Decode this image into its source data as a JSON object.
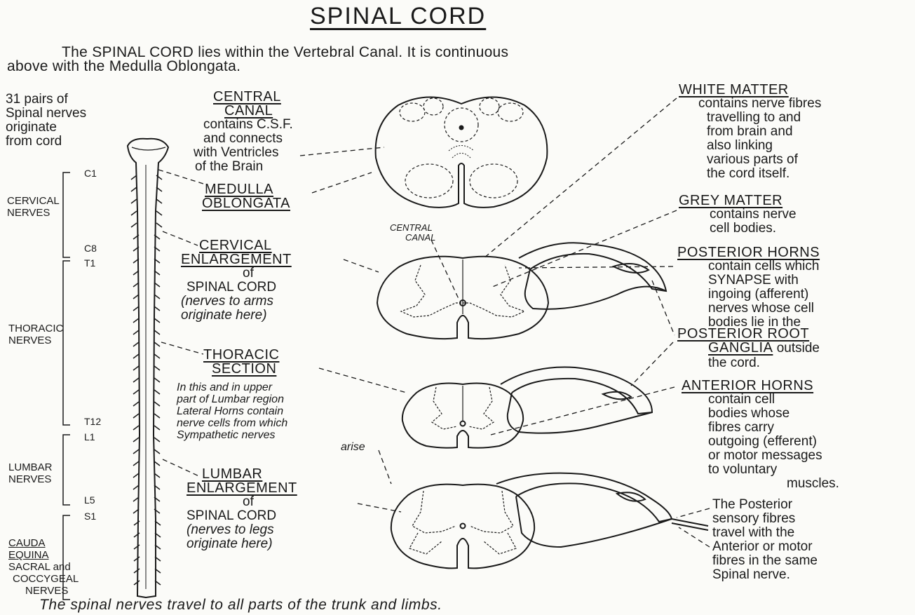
{
  "title": "SPINAL CORD",
  "intro": [
    "The SPINAL CORD lies within the Vertebral Canal.  It is continuous",
    "above with the Medulla Oblongata."
  ],
  "left_note": [
    "31 pairs of",
    "Spinal nerves",
    "originate",
    "from cord"
  ],
  "segments": {
    "c1": "C1",
    "c8": "C8",
    "t1": "T1",
    "t12": "T12",
    "l1": "L1",
    "l5": "L5",
    "s1": "S1"
  },
  "nerve_groups": {
    "cervical": [
      "CERVICAL",
      "NERVES"
    ],
    "thoracic": [
      "THORACIC",
      "NERVES"
    ],
    "lumbar": [
      "LUMBAR",
      "NERVES"
    ],
    "cauda_heading": [
      "CAUDA",
      "EQUINA"
    ],
    "cauda_body": [
      "SACRAL and",
      "COCCYGEAL",
      "NERVES"
    ]
  },
  "central_canal": {
    "heading": [
      "CENTRAL",
      "CANAL"
    ],
    "body": [
      "contains C.S.F.",
      "and connects",
      "with Ventricles",
      "of the Brain"
    ]
  },
  "medulla": [
    "MEDULLA",
    "OBLONGATA"
  ],
  "cervical_enlargement": {
    "heading": [
      "CERVICAL",
      "ENLARGEMENT"
    ],
    "body": [
      "of",
      "SPINAL CORD"
    ],
    "note": [
      "(nerves to arms",
      "originate here)"
    ]
  },
  "central_canal_small": [
    "CENTRAL",
    "CANAL"
  ],
  "thoracic_section": {
    "heading": [
      "THORACIC",
      "SECTION"
    ],
    "note": [
      "In this and in upper",
      "part of Lumbar region",
      "Lateral Horns contain",
      "nerve cells from which",
      "Sympathetic nerves",
      "arise"
    ]
  },
  "lumbar_enlargement": {
    "heading": [
      "LUMBAR",
      "ENLARGEMENT"
    ],
    "body": [
      "of",
      "SPINAL CORD"
    ],
    "note": [
      "(nerves to legs",
      "originate here)"
    ]
  },
  "white_matter": {
    "heading": "WHITE MATTER",
    "body": [
      "contains nerve fibres",
      "travelling to and",
      "from brain and",
      "also linking",
      "various parts of",
      "the cord itself."
    ]
  },
  "grey_matter": {
    "heading": "GREY MATTER",
    "body": [
      "contains nerve",
      "cell bodies."
    ]
  },
  "posterior_horns": {
    "heading": "POSTERIOR HORNS",
    "body": [
      "contain cells which",
      "SYNAPSE with",
      "ingoing (afferent)",
      "nerves whose cell",
      "bodies lie in the"
    ]
  },
  "posterior_root": {
    "heading": "POSTERIOR ROOT",
    "heading2": "GANGLIA",
    "tail": " outside",
    "body": [
      "the cord."
    ]
  },
  "anterior_horns": {
    "heading": "ANTERIOR HORNS",
    "body": [
      "contain cell",
      "bodies whose",
      "fibres carry",
      "outgoing (efferent)",
      "or motor messages",
      "to voluntary",
      "muscles."
    ]
  },
  "posterior_sensory": [
    "The Posterior",
    "sensory fibres",
    "travel with the",
    "Anterior or motor",
    "fibres in the same",
    "Spinal nerve."
  ],
  "footer": "The  spinal nerves travel  to all parts of the trunk and limbs."
}
